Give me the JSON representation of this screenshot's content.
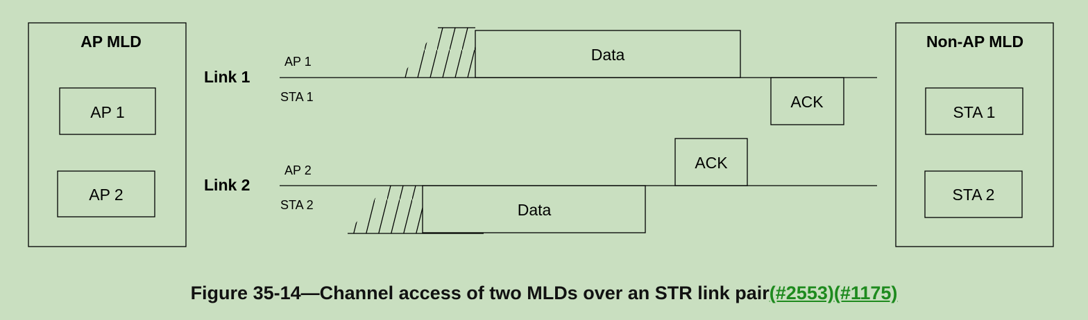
{
  "ap_mld": {
    "title": "AP MLD",
    "ap1": "AP 1",
    "ap2": "AP 2"
  },
  "non_ap_mld": {
    "title": "Non-AP MLD",
    "sta1": "STA 1",
    "sta2": "STA 2"
  },
  "link1": {
    "label": "Link 1",
    "upper": "AP 1",
    "lower": "STA 1",
    "data": "Data",
    "ack": "ACK"
  },
  "link2": {
    "label": "Link 2",
    "upper": "AP 2",
    "lower": "STA 2",
    "data": "Data",
    "ack": "ACK"
  },
  "caption": {
    "text": "Figure 35-14—Channel access of two MLDs over an STR link pair",
    "refs": "(#2553)(#1175)"
  }
}
